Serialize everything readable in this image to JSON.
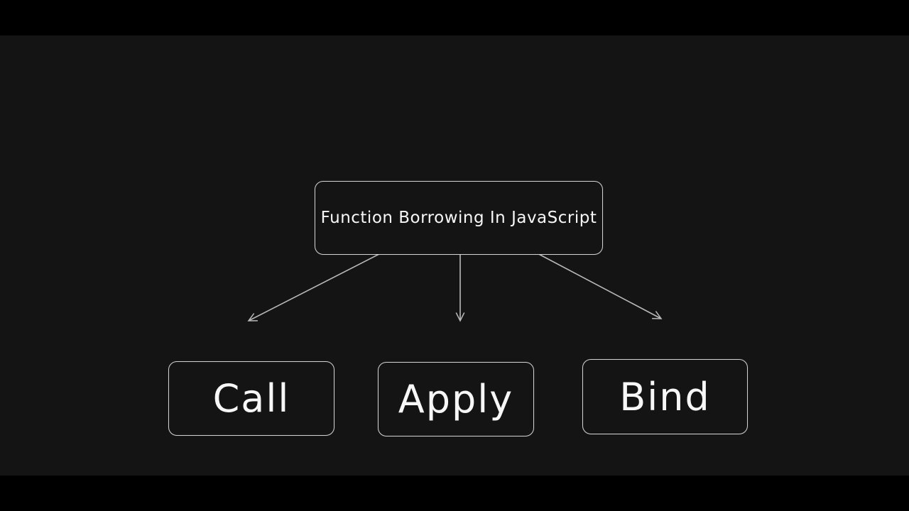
{
  "diagram": {
    "title_box": {
      "label": "Function Borrowing In JavaScript"
    },
    "children": [
      {
        "label": "Call"
      },
      {
        "label": "Apply"
      },
      {
        "label": "Bind"
      }
    ],
    "edges": [
      {
        "from": "Function Borrowing In JavaScript",
        "to": "Call"
      },
      {
        "from": "Function Borrowing In JavaScript",
        "to": "Apply"
      },
      {
        "from": "Function Borrowing In JavaScript",
        "to": "Bind"
      }
    ],
    "colors": {
      "letterbox": "#000000",
      "canvas_background": "#141414",
      "box_border": "#d2d2d2",
      "text": "#f7f7f7",
      "arrow": "#b9b9b9"
    }
  }
}
